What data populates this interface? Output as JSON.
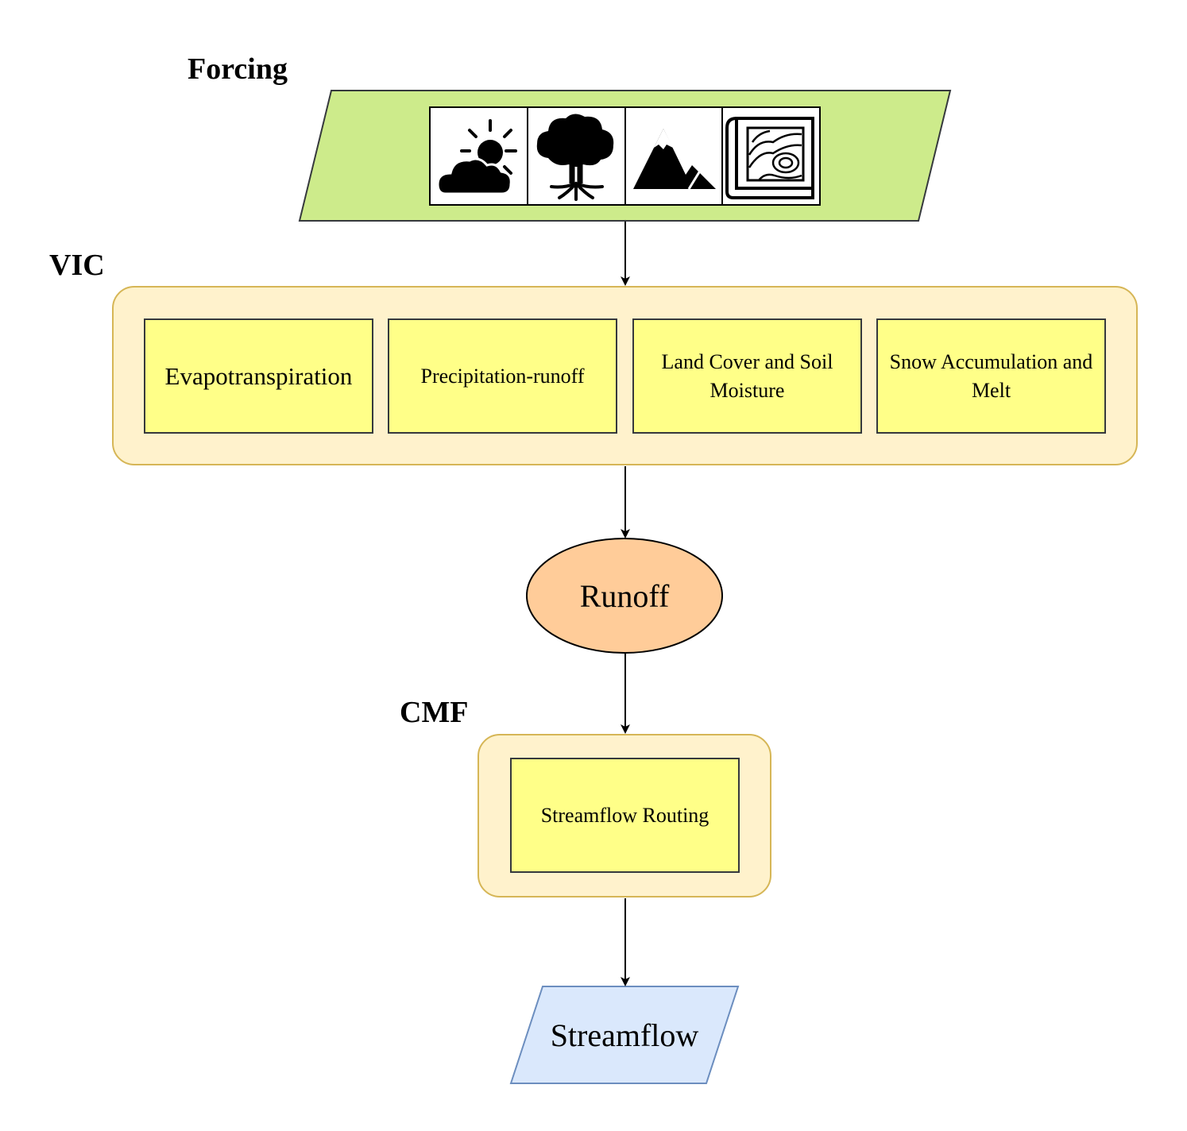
{
  "forcing": {
    "label": "Forcing",
    "icons": [
      "weather-icon",
      "tree-icon",
      "mountain-icon",
      "topographic-map-icon"
    ]
  },
  "vic": {
    "label": "VIC",
    "processes": [
      "Evapotranspiration",
      "Precipitation-runoff",
      "Land Cover and Soil Moisture",
      "Snow Accumulation and Melt"
    ]
  },
  "runoff": {
    "label": "Runoff"
  },
  "cmf": {
    "label": "CMF",
    "process": "Streamflow Routing"
  },
  "output": {
    "label": "Streamflow"
  },
  "colors": {
    "forcing_fill": "#cdeb8b",
    "panel_fill": "#fff2cc",
    "panel_stroke": "#d6b656",
    "process_fill": "#ffff88",
    "runoff_fill": "#ffcc99",
    "output_fill": "#dae8fc",
    "output_stroke": "#6c8ebf"
  }
}
